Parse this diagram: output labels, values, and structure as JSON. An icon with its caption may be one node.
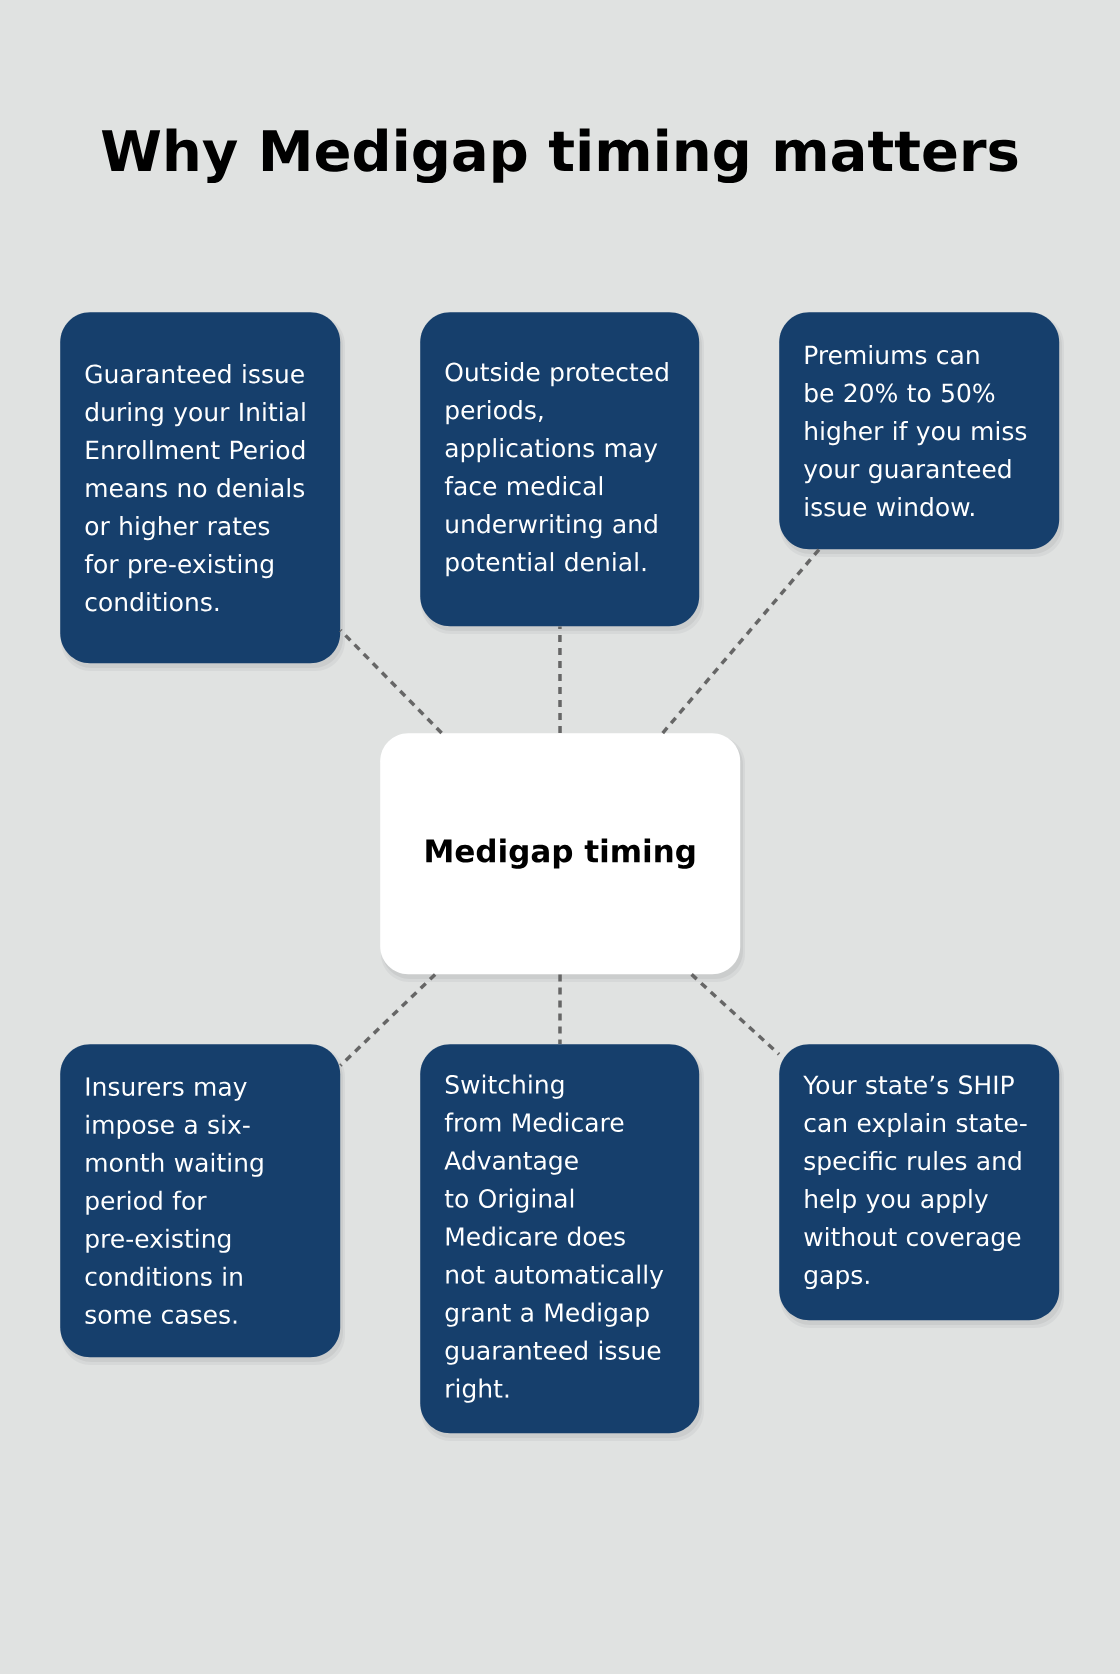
{
  "diagram": {
    "title": "Why Medigap timing matters",
    "nodes": [
      {
        "text": [
          "Guaranteed issue during your Initial Enrollment Period means no denials or higher rates for pre-existing conditions."
        ]
      },
      {
        "text": [
          "Outside protected periods, applications may face medical underwriting and potential denial."
        ]
      },
      {
        "text": [
          "Premiums can be 20% to 50% higher if you miss your guaranteed issue window."
        ]
      },
      {
        "text": [
          "Medigap timing"
        ]
      },
      {
        "text": [
          "Insurers may impose a six-month waiting period for pre-existing conditions in some cases."
        ]
      },
      {
        "text": [
          "Switching from Medicare Advantage to Original Medicare does not automatically grant a Medigap guaranteed issue right."
        ]
      },
      {
        "text": [
          "Your state’s SHIP can explain state-specific rules and help you apply without coverage gaps."
        ]
      }
    ],
    "edges": [
      {
        "from": 3,
        "to": 0,
        "arrow": "none",
        "style": "dashed"
      },
      {
        "from": 3,
        "to": 1,
        "arrow": "none",
        "style": "dashed"
      },
      {
        "from": 3,
        "to": 2,
        "arrow": "none",
        "style": "dashed"
      },
      {
        "from": 3,
        "to": 4,
        "arrow": "none",
        "style": "dashed"
      },
      {
        "from": 3,
        "to": 5,
        "arrow": "none",
        "style": "dashed"
      },
      {
        "from": 3,
        "to": 6,
        "arrow": "none",
        "style": "dashed"
      }
    ]
  }
}
